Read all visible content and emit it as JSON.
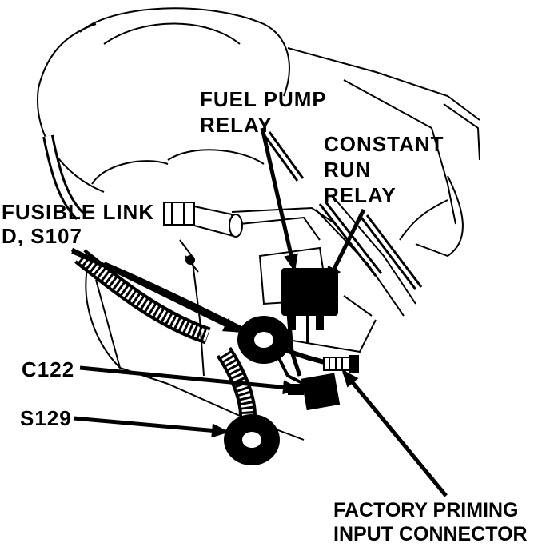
{
  "labels": {
    "fuel_pump_relay": [
      "FUEL PUMP",
      "RELAY"
    ],
    "constant_run_relay": [
      "CONSTANT",
      "RUN",
      "RELAY"
    ],
    "fusible_link": [
      "FUSIBLE LINK",
      "D, S107"
    ],
    "c122": "C122",
    "s129": "S129",
    "factory_priming": [
      "FACTORY PRIMING",
      "INPUT CONNECTOR"
    ]
  },
  "colors": {
    "ink": "#000000",
    "paper": "#ffffff"
  }
}
